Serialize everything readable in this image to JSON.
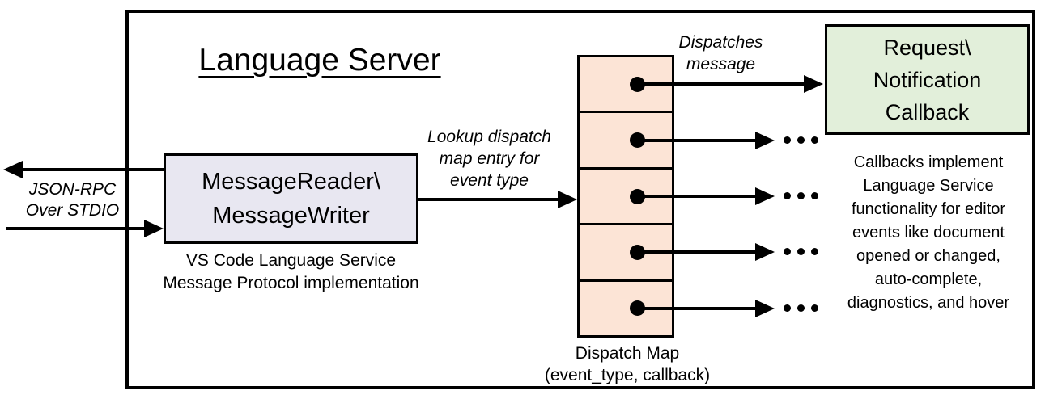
{
  "diagram_title": "Language Server",
  "colors": {
    "outline": "#000000",
    "message_reader_fill": "#E8E7F1",
    "dispatch_map_fill": "#FCE4D6",
    "callback_fill": "#E2EFDA"
  },
  "message_reader": {
    "label_lines": [
      "MessageReader\\",
      "MessageWriter"
    ],
    "caption_lines": [
      "VS Code Language Service",
      "Message Protocol implementation"
    ]
  },
  "stdio_link": {
    "label_lines": [
      "JSON-RPC",
      "Over STDIO"
    ]
  },
  "lookup_link": {
    "label_lines": [
      "Lookup dispatch",
      "map entry for",
      "event type"
    ]
  },
  "dispatch_map": {
    "cell_count": 5,
    "label_lines": [
      "Dispatch Map",
      "(event_type, callback)"
    ]
  },
  "dispatch_link": {
    "label_lines": [
      "Dispatches",
      "message"
    ]
  },
  "callback_box": {
    "label_lines": [
      "Request\\",
      "Notification",
      "Callback"
    ]
  },
  "callback_note_lines": [
    "Callbacks implement",
    "Language Service",
    "functionality for editor",
    "events like document",
    "opened or changed,",
    "auto-complete,",
    "diagnostics, and hover"
  ]
}
